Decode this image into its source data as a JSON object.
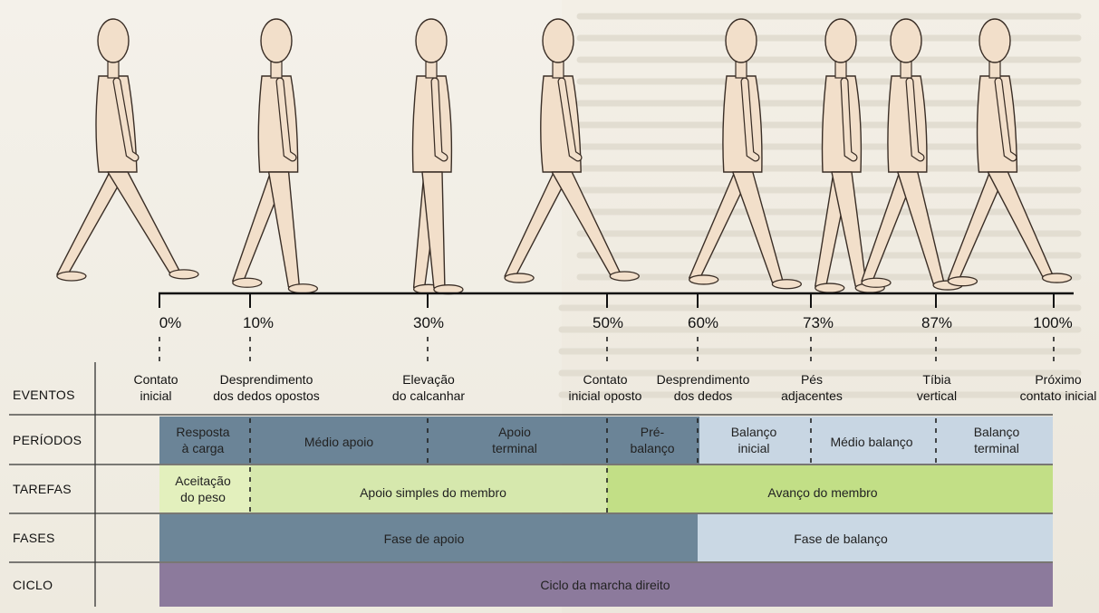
{
  "percent_marks": [
    "0%",
    "10%",
    "30%",
    "50%",
    "60%",
    "73%",
    "87%",
    "100%"
  ],
  "events": [
    {
      "line1": "Contato",
      "line2": "inicial"
    },
    {
      "line1": "Desprendimento",
      "line2": "dos dedos opostos"
    },
    {
      "line1": "Elevação",
      "line2": "do calcanhar"
    },
    {
      "line1": "Contato",
      "line2": "inicial oposto"
    },
    {
      "line1": "Desprendimento",
      "line2": "dos dedos"
    },
    {
      "line1": "Pés",
      "line2": "adjacentes"
    },
    {
      "line1": "Tíbia",
      "line2": "vertical"
    },
    {
      "line1": "Próximo",
      "line2": "contato inicial"
    }
  ],
  "row_labels": {
    "eventos": "EVENTOS",
    "periodos": "PERÍODOS",
    "tarefas": "TAREFAS",
    "fases": "FASES",
    "ciclo": "CICLO"
  },
  "periods": [
    {
      "line1": "Resposta",
      "line2": "à carga"
    },
    {
      "line1": "Médio apoio",
      "line2": ""
    },
    {
      "line1": "Apoio",
      "line2": "terminal"
    },
    {
      "line1": "Pré-",
      "line2": "balanço"
    },
    {
      "line1": "Balanço",
      "line2": "inicial"
    },
    {
      "line1": "Médio balanço",
      "line2": ""
    },
    {
      "line1": "Balanço",
      "line2": "terminal"
    }
  ],
  "tasks": [
    {
      "line1": "Aceitação",
      "line2": "do peso"
    },
    {
      "line1": "Apoio simples do membro",
      "line2": ""
    },
    {
      "line1": "Avanço do membro",
      "line2": ""
    }
  ],
  "phases": {
    "stance": "Fase de apoio",
    "swing": "Fase de balanço"
  },
  "cycle": "Ciclo da marcha direito",
  "colors": {
    "stance_blue": "#6b8497",
    "swing_blue": "#c8d6e3",
    "task_green": "#cfe3a4",
    "cycle_purple": "#8c7a9c",
    "body_skin": "#f2dfca",
    "body_outline": "#3a2e26"
  }
}
